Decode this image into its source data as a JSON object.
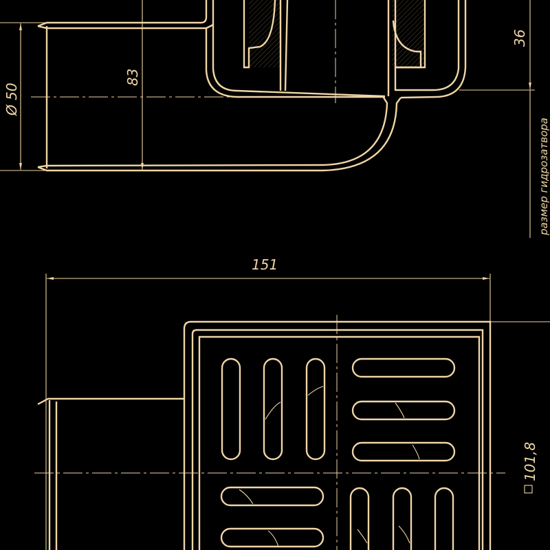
{
  "drawing": {
    "color": "#f0d5a6",
    "side_view": {
      "diameter_label": "Ø 50",
      "height_label": "83",
      "seal_depth_label": "36",
      "seal_note": "размер гидрозатвора"
    },
    "top_view": {
      "width_label": "151",
      "square_label": "□ 101,8"
    }
  }
}
